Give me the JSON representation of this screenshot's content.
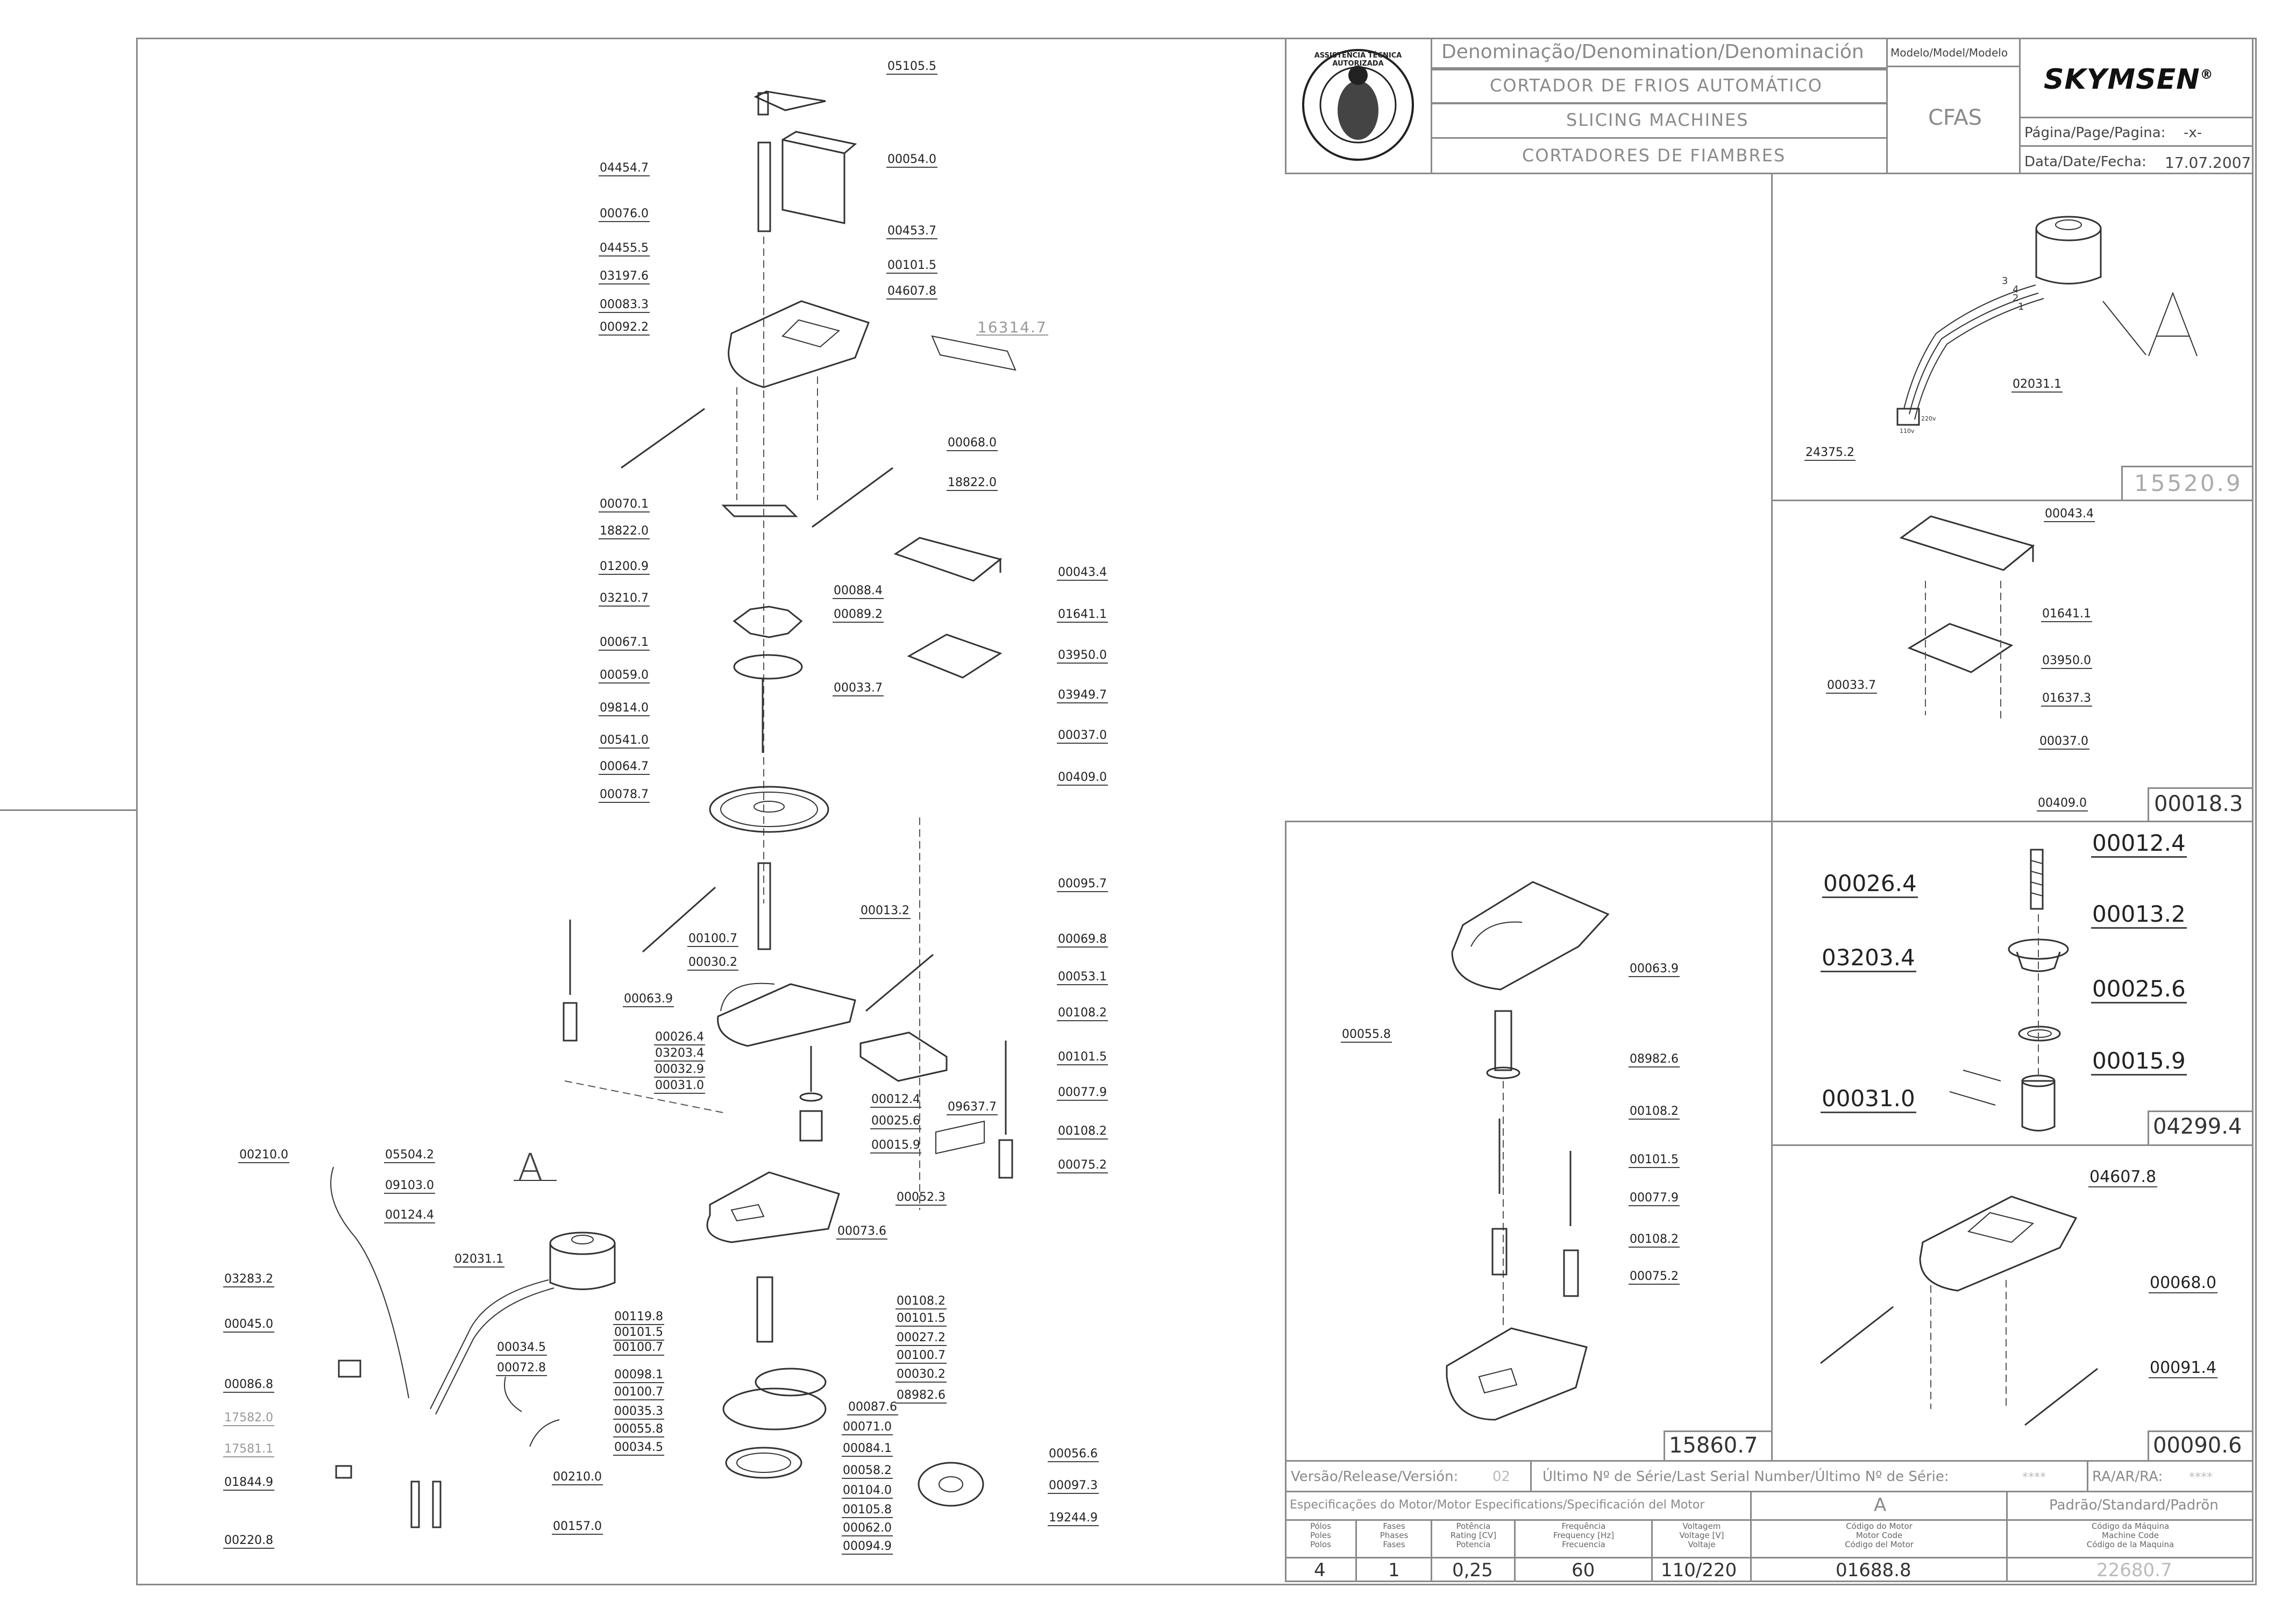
{
  "header": {
    "denomination_caption": "Denominação/Denomination/Denominación",
    "title_pt": "CORTADOR DE FRIOS AUTOMÁTICO",
    "title_en": "SLICING MACHINES",
    "title_es": "CORTADORES DE FIAMBRES",
    "model_caption": "Modelo/Model/Modelo",
    "model": "CFAS",
    "brand": "SKYMSEN",
    "brand_mark": "®",
    "page_label": "Página/Page/Pagina:",
    "page_value": "-x-",
    "date_label": "Data/Date/Fecha:",
    "date_value": "17.07.2007",
    "seal_text": "ASSISTÊNCIA TÉCNICA AUTORIZADA"
  },
  "main_labels": [
    "05105.5",
    "04454.7",
    "00054.0",
    "00076.0",
    "00453.7",
    "04455.5",
    "00101.5",
    "03197.6",
    "00083.3",
    "04607.8",
    "00092.2",
    "16314.7",
    "00068.0",
    "18822.0",
    "00070.1",
    "18822.0",
    "01200.9",
    "00088.4",
    "03210.7",
    "00089.2",
    "00067.1",
    "00043.4",
    "01641.1",
    "00059.0",
    "03950.0",
    "00033.7",
    "03949.7",
    "09814.0",
    "00037.0",
    "00541.0",
    "00409.0",
    "00064.7",
    "00078.7",
    "00095.7",
    "00013.2",
    "00069.8",
    "00100.7",
    "00030.2",
    "00053.1",
    "00063.9",
    "00108.2",
    "00026.4",
    "00101.5",
    "03203.4",
    "00032.9",
    "00077.9",
    "00031.0",
    "00012.4",
    "00025.6",
    "09637.7",
    "00015.9",
    "00108.2",
    "00075.2",
    "00052.3",
    "00210.0",
    "05504.2",
    "09103.0",
    "00124.4",
    "00073.6",
    "02031.1",
    "03283.2",
    "00108.2",
    "00045.0",
    "00119.8",
    "00101.5",
    "00101.5",
    "00027.2",
    "00100.7",
    "00100.7",
    "00034.5",
    "00072.8",
    "00098.1",
    "00030.2",
    "00086.8",
    "00100.7",
    "08982.6",
    "00035.3",
    "17582.0",
    "00055.8",
    "00087.6",
    "00034.5",
    "00071.0",
    "17581.1",
    "00084.1",
    "00210.0",
    "00056.6",
    "01844.9",
    "00058.2",
    "00104.0",
    "00097.3",
    "00105.8",
    "19244.9",
    "00062.0",
    "00157.0",
    "00220.8",
    "00094.9"
  ],
  "callout_A": "A",
  "panel_A": {
    "labels": [
      "02031.1",
      "24375.2"
    ],
    "letter": "A",
    "code": "15520.9",
    "wire_nums": [
      "3",
      "4",
      "2",
      "1"
    ],
    "volt_tags": [
      "220v",
      "110v"
    ]
  },
  "panel_00018": {
    "labels": [
      "00043.4",
      "01641.1",
      "00033.7",
      "03950.0",
      "01637.3",
      "00037.0",
      "00409.0"
    ],
    "code": "00018.3"
  },
  "panel_15860": {
    "labels": [
      "00063.9",
      "00055.8",
      "08982.6",
      "00108.2",
      "00101.5",
      "00077.9",
      "00108.2",
      "00075.2"
    ],
    "code": "15860.7"
  },
  "panel_04299": {
    "labels": [
      "00012.4",
      "00026.4",
      "00013.2",
      "03203.4",
      "00025.6",
      "00015.9",
      "00031.0"
    ],
    "code": "04299.4"
  },
  "panel_00090": {
    "labels": [
      "04607.8",
      "00068.0",
      "00091.4"
    ],
    "code": "00090.6"
  },
  "footer": {
    "version_label": "Versão/Release/Versión:",
    "version_value": "02",
    "serial_label": "Último Nº de Série/Last Serial Number/Último Nº de Série:",
    "serial_value": "****",
    "ra_label": "RA/AR/RA:",
    "ra_value": "****",
    "motor_spec_label": "Especificações do Motor/Motor Especifications/Specificación del Motor",
    "motor_letter": "A",
    "standard_label": "Padrão/Standard/Padrõn",
    "col_poles": [
      "Pólos",
      "Poles",
      "Polos"
    ],
    "col_phases": [
      "Fases",
      "Phases",
      "Fases"
    ],
    "col_power": [
      "Potência",
      "Rating [CV]",
      "Potencia"
    ],
    "col_freq": [
      "Frequência",
      "Frequency [Hz]",
      "Frecuencia"
    ],
    "col_voltage": [
      "Voltagem",
      "Voltage [V]",
      "Voltaje"
    ],
    "col_motor_code": [
      "Código do Motor",
      "Motor Code",
      "Código del Motor"
    ],
    "col_machine_code": [
      "Código da Máquina",
      "Machine Code",
      "Código de la Maquina"
    ],
    "poles": "4",
    "phases": "1",
    "power": "0,25",
    "frequency": "60",
    "voltage": "110/220",
    "motor_code": "01688.8",
    "machine_code": "22680.7"
  }
}
